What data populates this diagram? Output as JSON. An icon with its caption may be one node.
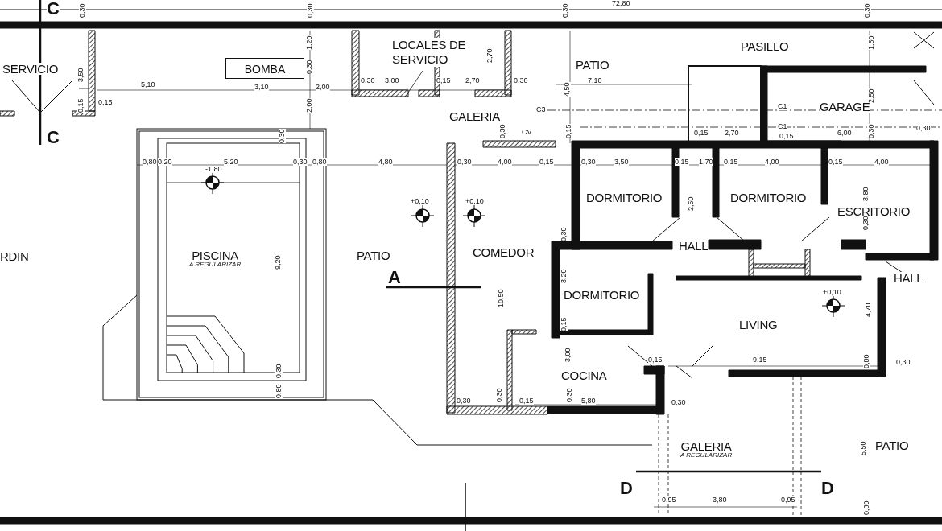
{
  "diagram": {
    "nodes": [
      {
        "text": [
          "SERVICIO"
        ]
      },
      {
        "text": [
          "LOCALES DE SERVICIO"
        ]
      },
      {
        "text": [
          "PASILLO"
        ]
      },
      {
        "text": [
          "BOMBA"
        ]
      },
      {
        "text": [
          "PATIO"
        ]
      },
      {
        "text": [
          "GARAGE"
        ]
      },
      {
        "text": [
          "GALERIA"
        ]
      },
      {
        "text": [
          "DORMITORIO"
        ]
      },
      {
        "text": [
          "DORMITORIO"
        ]
      },
      {
        "text": [
          "ESCRITORIO"
        ]
      },
      {
        "text": [
          "PISCINA",
          "A REGULARIZAR"
        ]
      },
      {
        "text": [
          "COMEDOR"
        ]
      },
      {
        "text": [
          "PATIO"
        ]
      },
      {
        "text": [
          "RDIN"
        ]
      },
      {
        "text": [
          "HALL"
        ]
      },
      {
        "text": [
          "HALL"
        ]
      },
      {
        "text": [
          "DORMITORIO"
        ]
      },
      {
        "text": [
          "LIVING"
        ]
      },
      {
        "text": [
          "COCINA"
        ]
      },
      {
        "text": [
          "GALERIA",
          "A REGULARIZAR"
        ]
      },
      {
        "text": [
          "PATIO"
        ]
      }
    ],
    "labels": [
      "C",
      "0,30",
      "0,30",
      "0,30",
      "72,80",
      "0,30",
      "1,20",
      "0,30",
      "3,50",
      "0,15",
      "0,15",
      "5,10",
      "3,10",
      "2,00",
      "0,30",
      "3,00",
      "0,15",
      "2,70",
      "2,70",
      "0,30",
      "7,10",
      "4,50",
      "2,00",
      "C",
      "C3",
      "CV",
      "0,30",
      "0,15",
      "0,15",
      "2,70",
      "C1",
      "C1",
      "0,15",
      "6,00",
      "0,30",
      "0,30",
      "1,50",
      "2,50",
      "0,80",
      "0,20",
      "5,20",
      "0,30",
      "0,80",
      "-1,80",
      "4,80",
      "0,30",
      "4,00",
      "0,15",
      "0,30",
      "3,50",
      "0,15",
      "1,70",
      "0,15",
      "4,00",
      "0,15",
      "4,00",
      "0,30",
      "+0,10",
      "+0,10",
      "2,50",
      "3,80",
      "0,30",
      "0,30",
      "9,20",
      "A",
      "10,50",
      "3,20",
      "+0,10",
      "4,70",
      "0,15",
      "3,00",
      "0,15",
      "9,15",
      "0,80",
      "0,30",
      "0,30",
      "0,80",
      "0,30",
      "0,30",
      "0,15",
      "0,30",
      "5,80",
      "0,30",
      "5,50",
      "D",
      "D",
      "0,95",
      "3,80",
      "0,95",
      "0,30"
    ]
  }
}
